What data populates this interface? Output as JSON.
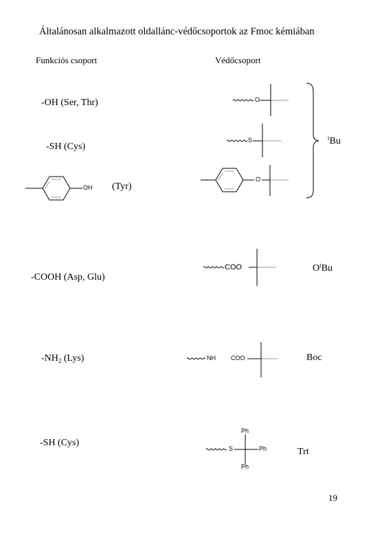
{
  "page": {
    "title": "Általánosan alkalmazott oldallánc-védőcsoportok az Fmoc kémiában",
    "header_functional_group": "Funkciós csoport",
    "header_protecting_group": "Védőcsoport",
    "page_number": "19"
  },
  "rows": {
    "oh": "-OH (Ser, Thr)",
    "sh": "-SH (Cys)",
    "tyr": "(Tyr)",
    "cooh": "-COOH (Asp, Glu)",
    "nh2_prefix": "-NH",
    "nh2_sub": "2",
    "nh2_suffix": " (Lys)",
    "sh_trt": "-SH (Cys)"
  },
  "labels": {
    "tbu_sup": "t",
    "tbu_text": "Bu",
    "otbu_prefix": "O",
    "otbu_sup": "t",
    "otbu_text": "Bu",
    "boc": "Boc",
    "trt": "Trt"
  },
  "atoms": {
    "o": "O",
    "s": "S",
    "oh": "OH",
    "coo": "COO",
    "nh": "NH",
    "ph": "Ph"
  }
}
